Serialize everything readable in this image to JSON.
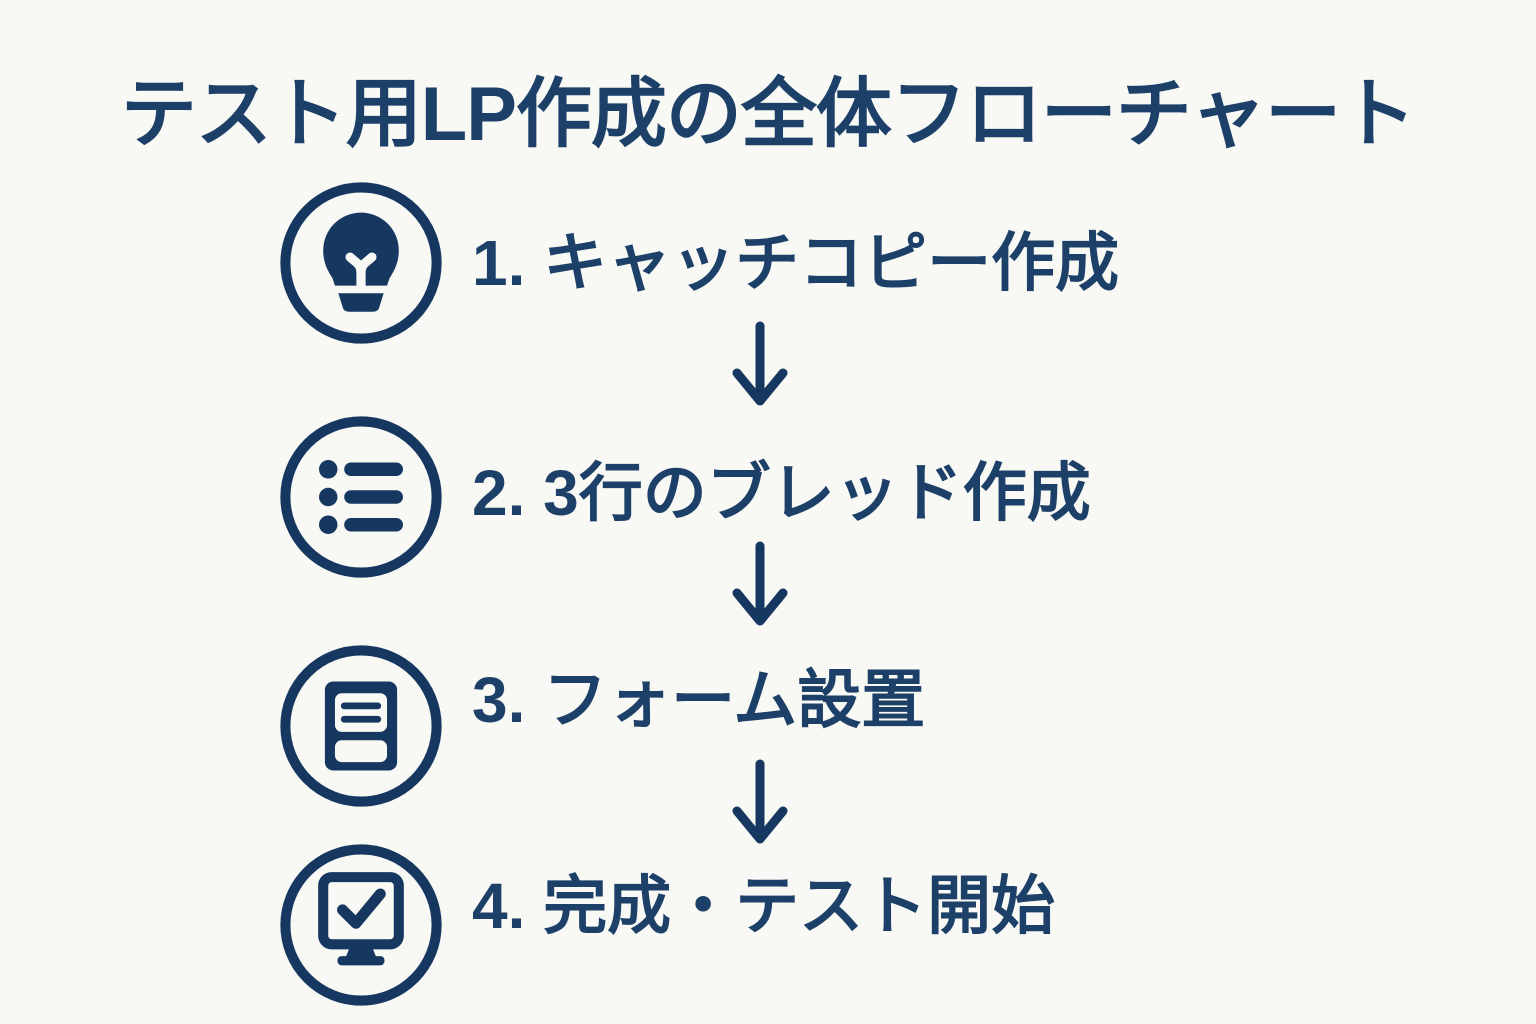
{
  "colors": {
    "background": "#f8f8f5",
    "accent": "#16375f",
    "text": "#1d4068"
  },
  "title": "テスト用LP作成の全体フローチャート",
  "flowchart": {
    "steps": [
      {
        "order": "1",
        "label": "1. キャッチコピー作成",
        "icon": "lightbulb-icon"
      },
      {
        "order": "2",
        "label": "2. 3行のブレッド作成",
        "icon": "list-icon"
      },
      {
        "order": "3",
        "label": "3. フォーム設置",
        "icon": "form-icon"
      },
      {
        "order": "4",
        "label": "4. 完成・テスト開始",
        "icon": "monitor-check-icon"
      }
    ],
    "connector_icon": "down-arrow-icon",
    "connector_count": 3
  }
}
